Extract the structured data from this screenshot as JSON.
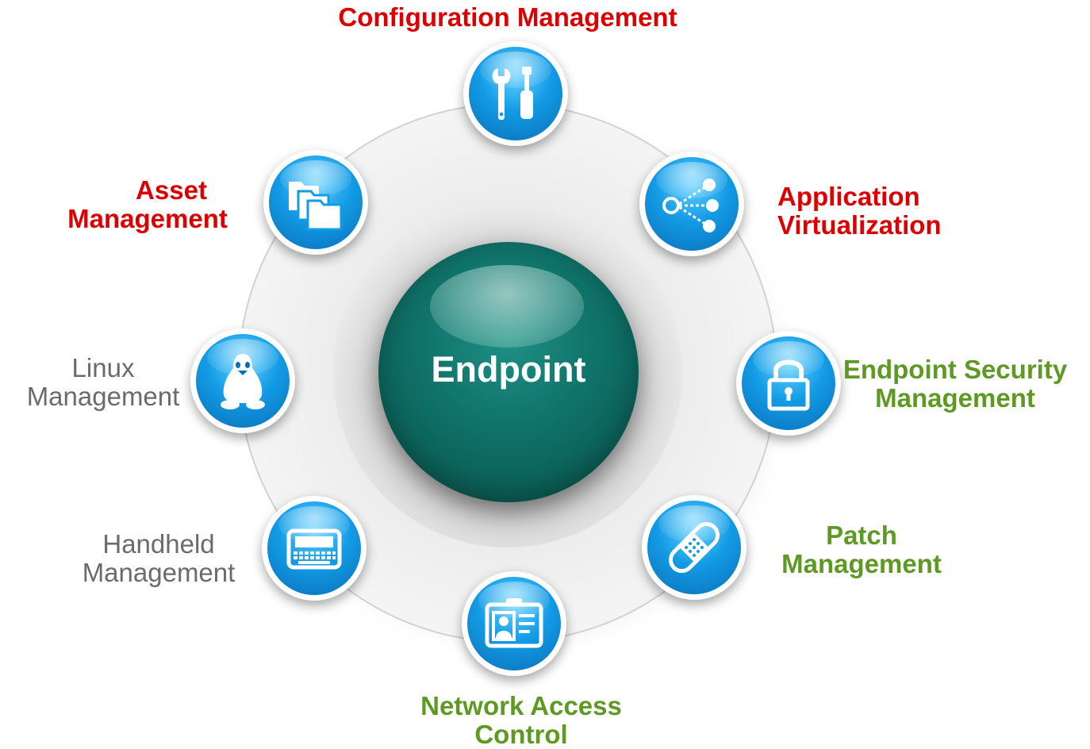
{
  "center": {
    "label": "Endpoint",
    "color": "#0f7168"
  },
  "colors": {
    "red": "#dd0000",
    "green": "#5e9a23",
    "gray": "#6b6b6b",
    "node_blue": "#139be5"
  },
  "nodes": [
    {
      "id": "configuration-management",
      "icon": "tools-icon",
      "lines": [
        "Configuration Management"
      ],
      "color": "red"
    },
    {
      "id": "application-virtualization",
      "icon": "share-nodes-icon",
      "lines": [
        "Application",
        "Virtualization"
      ],
      "color": "red"
    },
    {
      "id": "endpoint-security-management",
      "icon": "lock-icon",
      "lines": [
        "Endpoint Security",
        "Management"
      ],
      "color": "green"
    },
    {
      "id": "patch-management",
      "icon": "bandage-icon",
      "lines": [
        "Patch",
        "Management"
      ],
      "color": "green"
    },
    {
      "id": "network-access-control",
      "icon": "id-card-icon",
      "lines": [
        "Network Access",
        "Control"
      ],
      "color": "green"
    },
    {
      "id": "handheld-management",
      "icon": "handheld-device-icon",
      "lines": [
        "Handheld",
        "Management"
      ],
      "color": "gray"
    },
    {
      "id": "linux-management",
      "icon": "penguin-icon",
      "lines": [
        "Linux",
        "Management"
      ],
      "color": "gray"
    },
    {
      "id": "asset-management",
      "icon": "folders-icon",
      "lines": [
        "Asset",
        "Management"
      ],
      "color": "red"
    }
  ]
}
